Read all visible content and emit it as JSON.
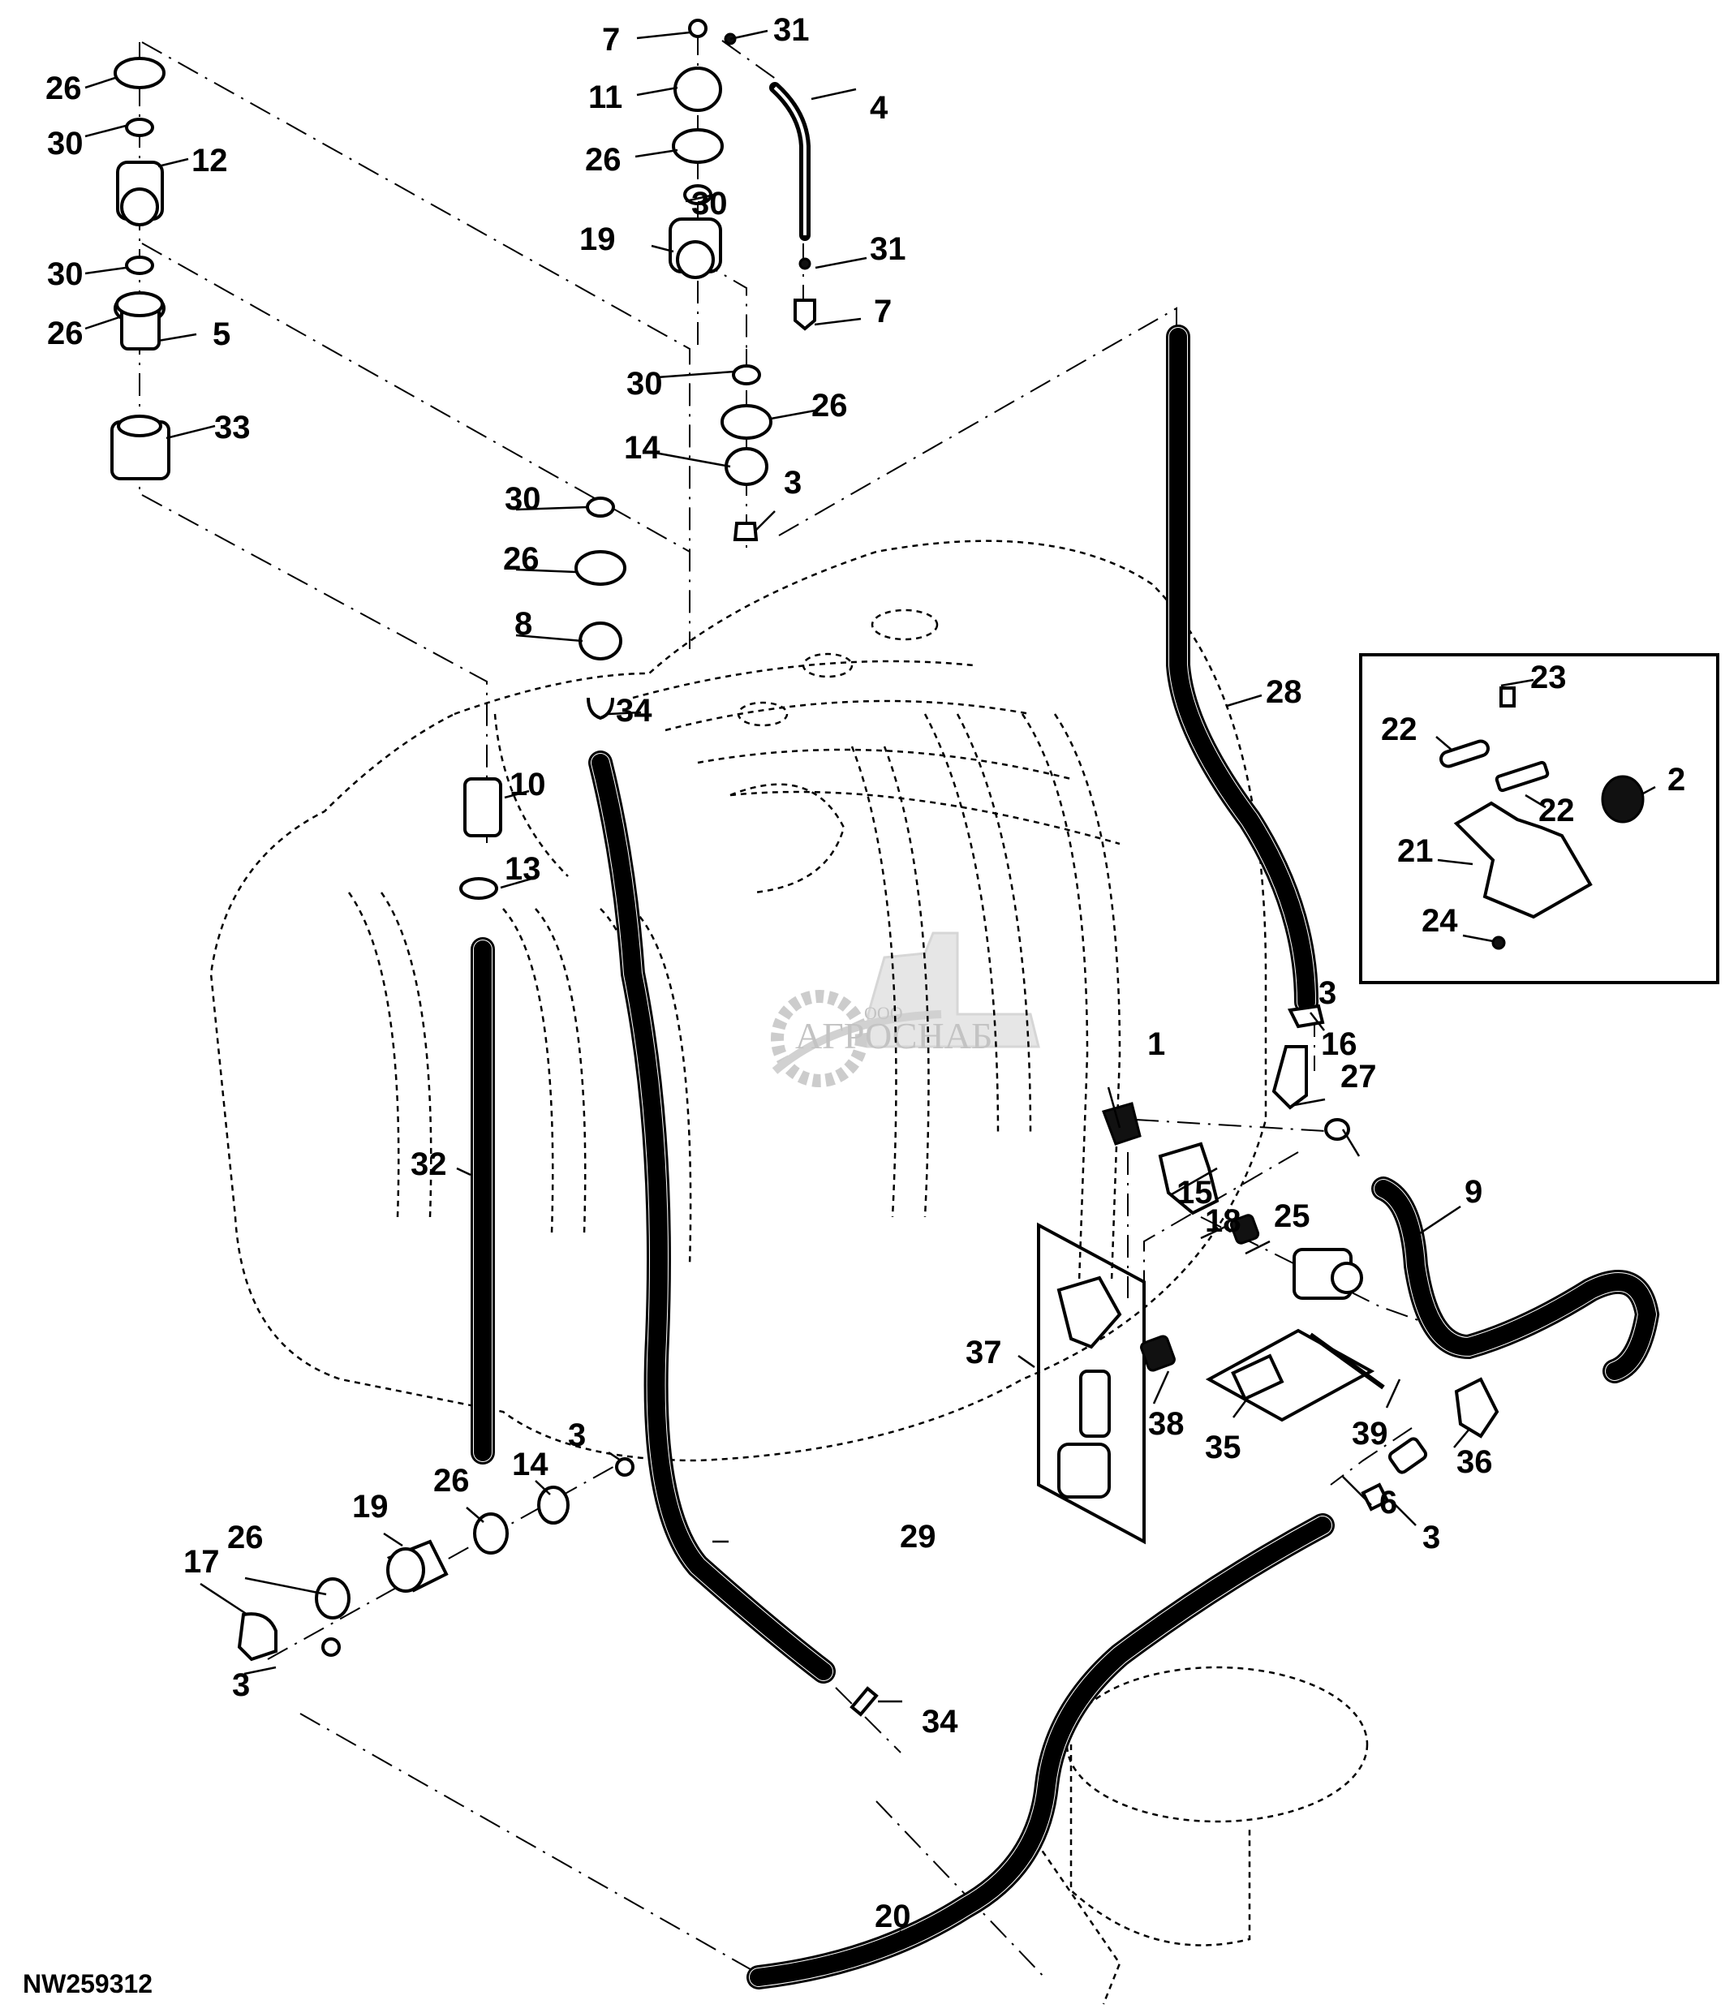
{
  "figure": {
    "id": "NW259312",
    "inset_box": true
  },
  "watermark": {
    "company_prefix": "ООО",
    "company_name": "АГРОСНАБ"
  },
  "callouts": [
    {
      "label": "26",
      "part": "hose-clamp"
    },
    {
      "label": "30",
      "part": "o-ring"
    },
    {
      "label": "12",
      "part": "tee-fitting"
    },
    {
      "label": "30",
      "part": "o-ring"
    },
    {
      "label": "26",
      "part": "hose-clamp"
    },
    {
      "label": "5",
      "part": "adapter-fitting"
    },
    {
      "label": "33",
      "part": "bulkhead-fitting"
    },
    {
      "label": "7",
      "part": "fitting"
    },
    {
      "label": "31",
      "part": "clamp"
    },
    {
      "label": "11",
      "part": "cap"
    },
    {
      "label": "4",
      "part": "hose"
    },
    {
      "label": "26",
      "part": "hose-clamp"
    },
    {
      "label": "30",
      "part": "o-ring"
    },
    {
      "label": "19",
      "part": "tee-fitting"
    },
    {
      "label": "31",
      "part": "clamp"
    },
    {
      "label": "7",
      "part": "fitting"
    },
    {
      "label": "30",
      "part": "o-ring"
    },
    {
      "label": "26",
      "part": "hose-clamp"
    },
    {
      "label": "14",
      "part": "barb-fitting"
    },
    {
      "label": "3",
      "part": "hose-clamp"
    },
    {
      "label": "30",
      "part": "o-ring"
    },
    {
      "label": "26",
      "part": "hose-clamp"
    },
    {
      "label": "8",
      "part": "barb-fitting"
    },
    {
      "label": "34",
      "part": "clip"
    },
    {
      "label": "10",
      "part": "fitting"
    },
    {
      "label": "13",
      "part": "clamp"
    },
    {
      "label": "28",
      "part": "hose"
    },
    {
      "label": "23",
      "part": "screw"
    },
    {
      "label": "22",
      "part": "bracket-clip"
    },
    {
      "label": "22",
      "part": "bracket-clip"
    },
    {
      "label": "2",
      "part": "plug"
    },
    {
      "label": "21",
      "part": "mounting-plate"
    },
    {
      "label": "24",
      "part": "nut"
    },
    {
      "label": "32",
      "part": "hose"
    },
    {
      "label": "3",
      "part": "hose-clamp"
    },
    {
      "label": "1",
      "part": "fitting"
    },
    {
      "label": "16",
      "part": "elbow-fitting"
    },
    {
      "label": "27",
      "part": "clamp"
    },
    {
      "label": "15",
      "part": "tee-fitting"
    },
    {
      "label": "9",
      "part": "hose"
    },
    {
      "label": "18",
      "part": "nipple"
    },
    {
      "label": "25",
      "part": "valve"
    },
    {
      "label": "37",
      "part": "strainer-assembly"
    },
    {
      "label": "38",
      "part": "nipple"
    },
    {
      "label": "35",
      "part": "bracket"
    },
    {
      "label": "39",
      "part": "bolt"
    },
    {
      "label": "36",
      "part": "elbow-fitting"
    },
    {
      "label": "6",
      "part": "adapter-fitting"
    },
    {
      "label": "3",
      "part": "hose-clamp"
    },
    {
      "label": "3",
      "part": "hose-clamp"
    },
    {
      "label": "14",
      "part": "barb-fitting"
    },
    {
      "label": "26",
      "part": "hose-clamp"
    },
    {
      "label": "19",
      "part": "tee-fitting"
    },
    {
      "label": "26",
      "part": "hose-clamp"
    },
    {
      "label": "17",
      "part": "elbow-fitting"
    },
    {
      "label": "3",
      "part": "hose-clamp"
    },
    {
      "label": "29",
      "part": "hose"
    },
    {
      "label": "34",
      "part": "clip"
    },
    {
      "label": "20",
      "part": "hose"
    }
  ]
}
